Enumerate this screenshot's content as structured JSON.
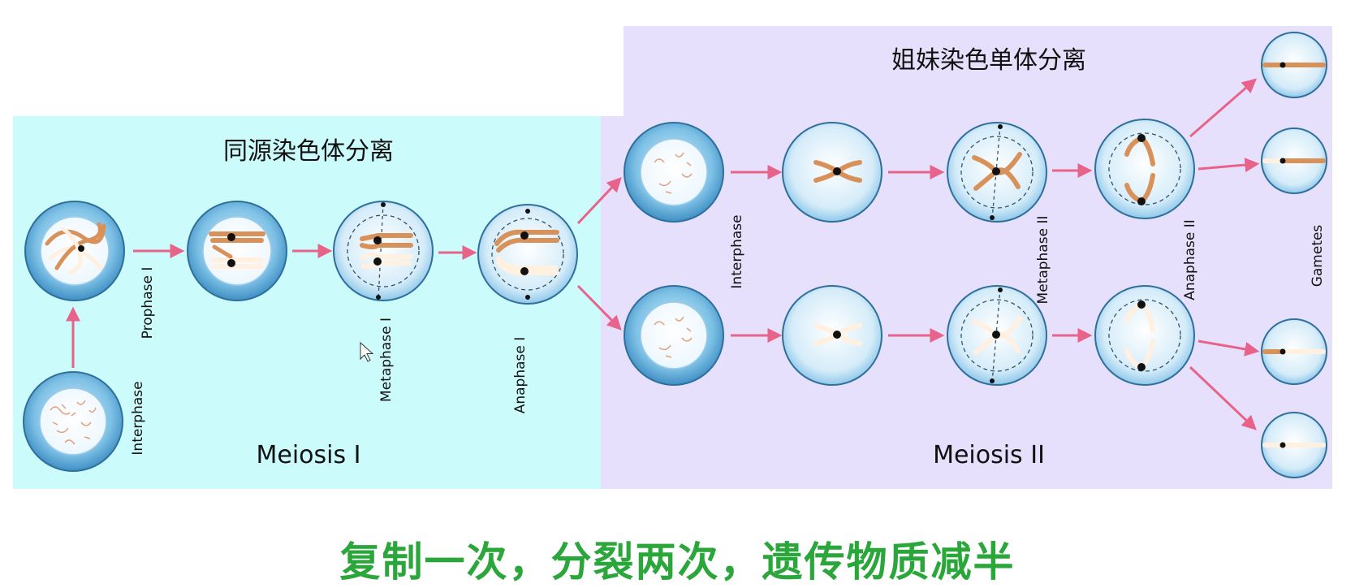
{
  "meiosis1": {
    "heading": "同源染色体分离",
    "label": "Meiosis I",
    "stages": {
      "interphase": "Interphase",
      "prophase": "Prophase I",
      "metaphase": "Metaphase I",
      "anaphase": "Anaphase I"
    }
  },
  "meiosis2": {
    "heading": "姐妹染色单体分离",
    "label": "Meiosis II",
    "stages": {
      "interphase": "Interphase",
      "metaphase": "Metaphase II",
      "anaphase": "Anaphase II",
      "gametes": "Gametes"
    }
  },
  "footer": {
    "caption": "复制一次，分裂两次，遗传物质减半"
  },
  "colors": {
    "meiosis1_bg": "#ccfbfb",
    "meiosis2_bg": "#e6e0fc",
    "arrow": "#e8638a",
    "chromosome_maternal": "#d9915a",
    "chromosome_paternal": "#fff0e0",
    "caption": "#2aa63a"
  }
}
